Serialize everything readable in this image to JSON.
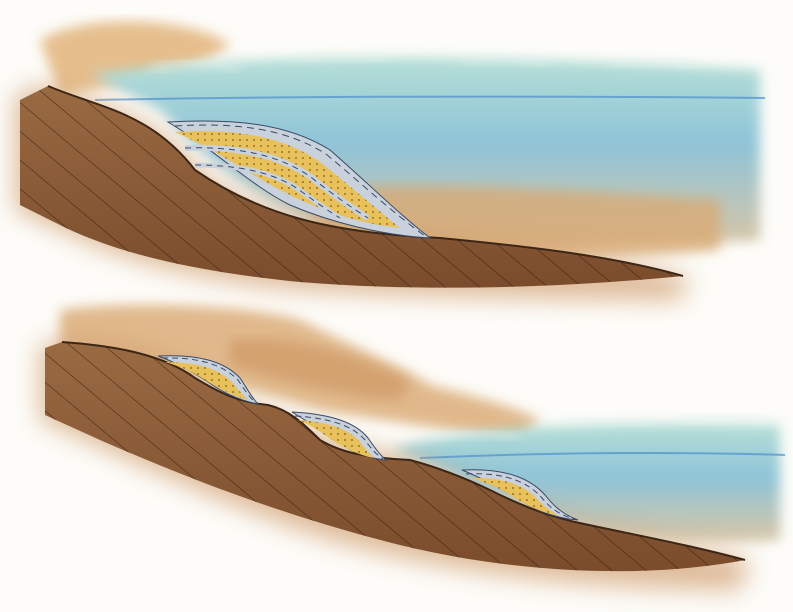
{
  "caption": "",
  "colors": {
    "paper": "#fdfcf8",
    "bedrock": "#8b5a36",
    "bedrock_dark": "#6e4226",
    "bedrock_edge": "#3d2616",
    "hatch": "#2e1c10",
    "sand": "#d7aa78",
    "sand_light": "#e8cda8",
    "sea_surface": "#8ec4d8",
    "sea_foam": "#b6dfd6",
    "sea_deep": "#7ab4d6",
    "sediment_yellow": "#e9c15a",
    "sediment_grey": "#c9d2dc",
    "sediment_line": "#3a4a66"
  },
  "panels": [
    {
      "name": "upper-section",
      "sea": "high",
      "terraces": 1
    },
    {
      "name": "lower-section",
      "sea": "low",
      "terraces": 3
    }
  ]
}
